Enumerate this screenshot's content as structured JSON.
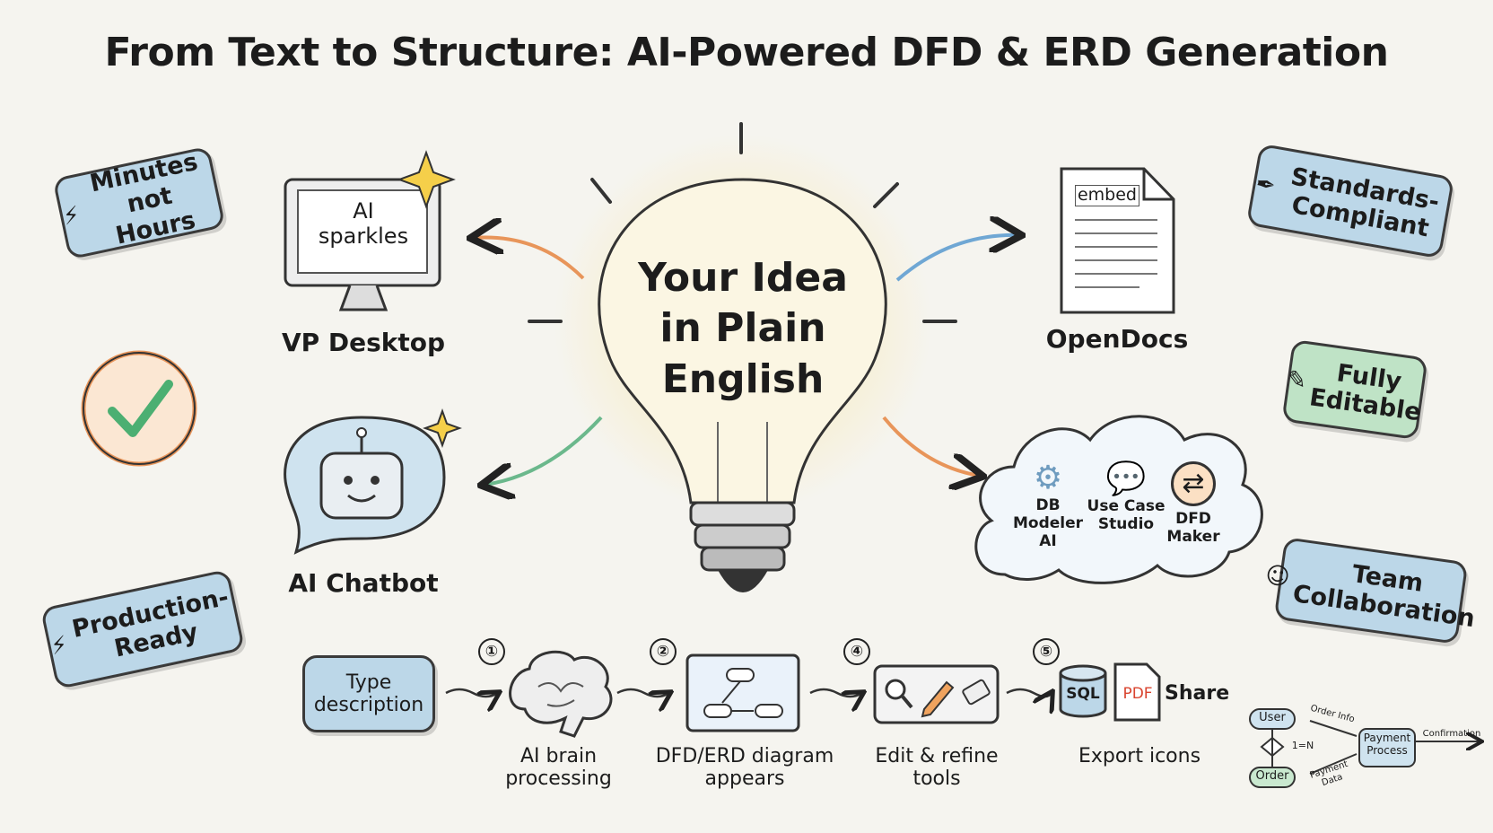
{
  "title": "From Text to Structure: AI-Powered DFD & ERD Generation",
  "center": {
    "text": "Your Idea in Plain English",
    "icon": "lightbulb-icon"
  },
  "badges": {
    "minutes": {
      "label": "Minutes not Hours",
      "icon": "lightning-icon"
    },
    "production": {
      "label": "Production-Ready",
      "icon": "lightning-icon"
    },
    "standards": {
      "label": "Standards-Compliant",
      "icon": "pen-nib-icon"
    },
    "editable": {
      "label": "Fully Editable",
      "icon": "edit-icon"
    },
    "team": {
      "label": "Team Collaboration",
      "icon": "user-icon"
    }
  },
  "tools": {
    "desktop": {
      "label": "VP Desktop",
      "screen_text": "AI sparkles"
    },
    "chatbot": {
      "label": "AI Chatbot"
    },
    "opendocs": {
      "label": "OpenDocs",
      "doc_text": "embed"
    },
    "cloud": [
      {
        "label": "DB Modeler AI",
        "icon": "gear-database-icon"
      },
      {
        "label": "Use Case Studio",
        "icon": "chat-gear-icon"
      },
      {
        "label": "DFD Maker",
        "icon": "arrows-icon"
      }
    ]
  },
  "flow": {
    "step_type": "Type description",
    "brain": {
      "number": "①",
      "label": "AI brain processing"
    },
    "diagram": {
      "number": "②",
      "label": "DFD/ERD diagram appears"
    },
    "edit": {
      "number": "④",
      "label": "Edit & refine tools"
    },
    "export": {
      "number": "⑤",
      "label": "Export icons",
      "sql": "SQL",
      "pdf": "PDF",
      "share": "Share"
    }
  },
  "mini_diagram": {
    "user": "User",
    "order": "Order",
    "relation": "1=N",
    "process": "Payment Process",
    "order_info": "Order Info",
    "payment_data": "Payment Data",
    "confirmation": "Confirmation"
  },
  "colors": {
    "blue": "#bcd7e8",
    "green": "#bfe3c6",
    "orange": "#f0a35e",
    "yellow": "#f5cf4a"
  }
}
